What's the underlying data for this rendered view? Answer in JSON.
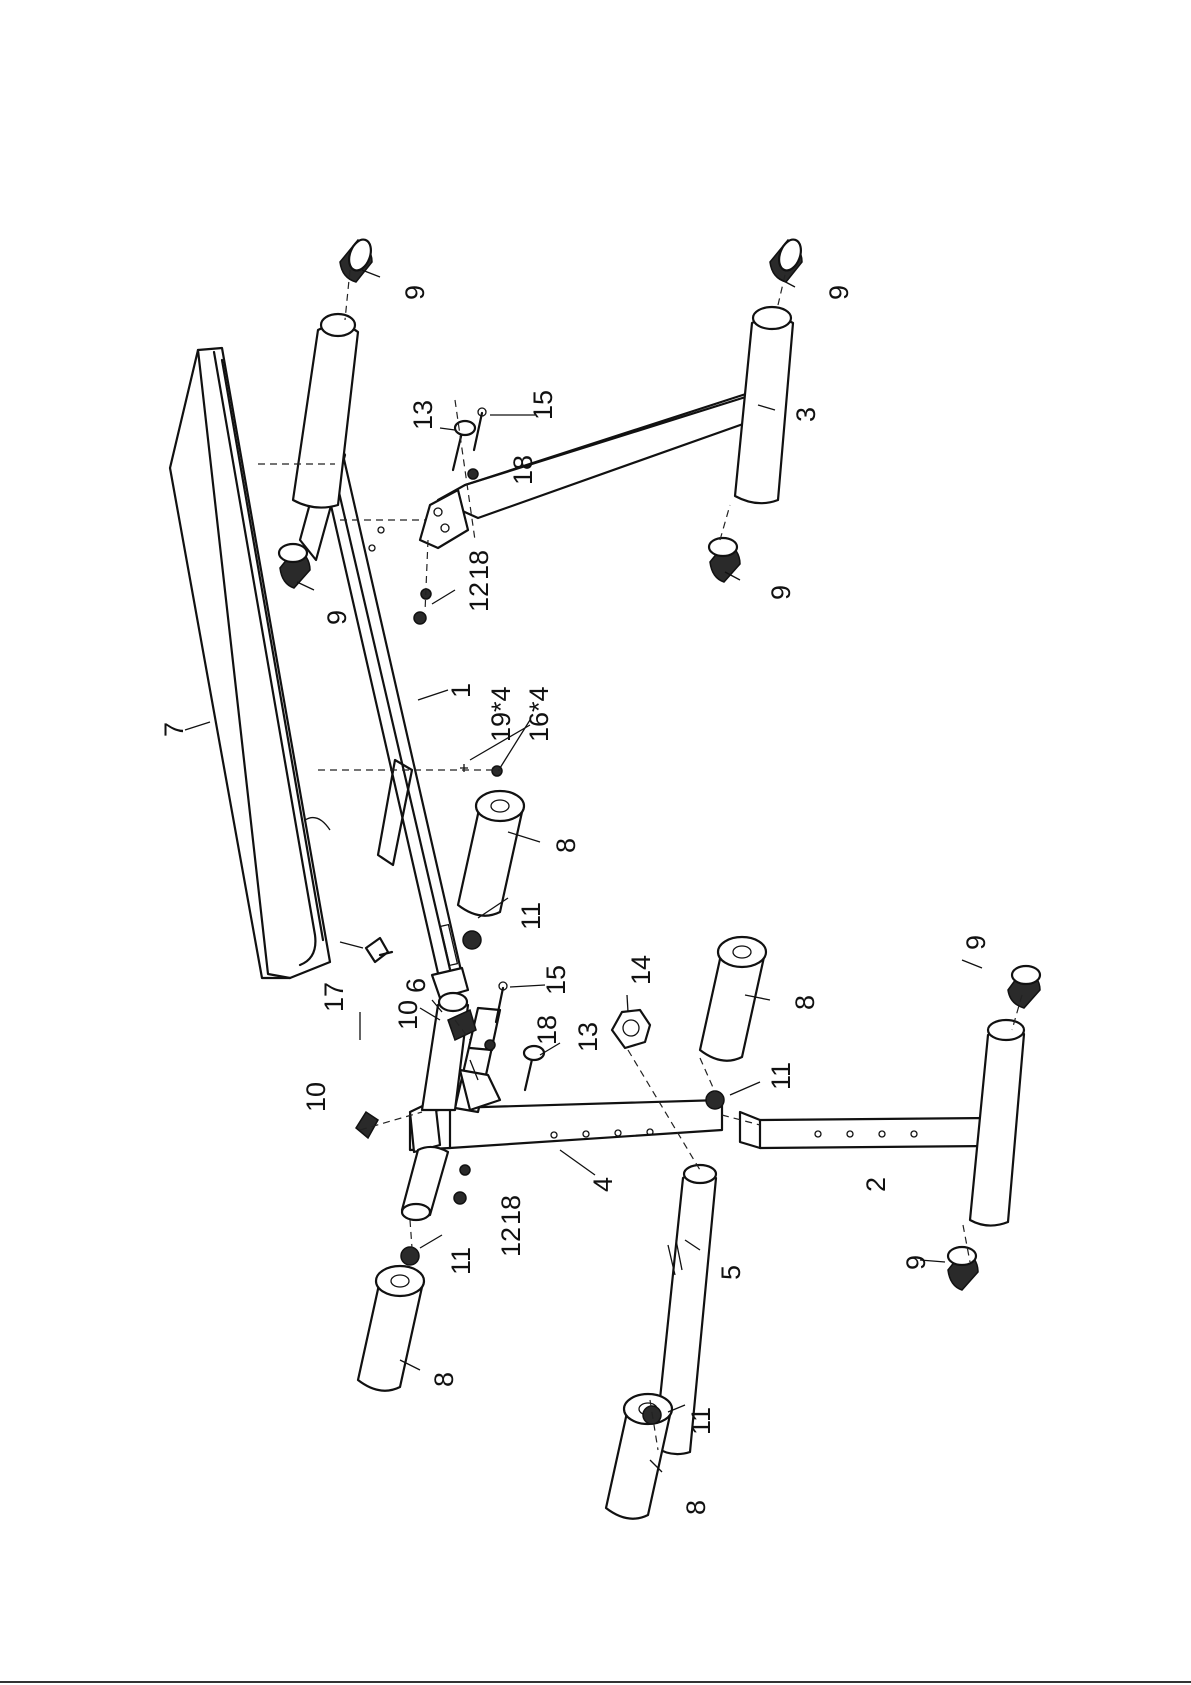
{
  "parts": {
    "p1": "1",
    "p2": "2",
    "p3": "3",
    "p4": "4",
    "p5": "5",
    "p6": "6",
    "p7": "7",
    "p8": "8",
    "p9": "9",
    "p10": "10",
    "p11": "11",
    "p12": "12",
    "p13": "13",
    "p14": "14",
    "p15": "15",
    "p16x4": "16*4",
    "p17": "17",
    "p18": "18",
    "p19x4": "19*4"
  }
}
